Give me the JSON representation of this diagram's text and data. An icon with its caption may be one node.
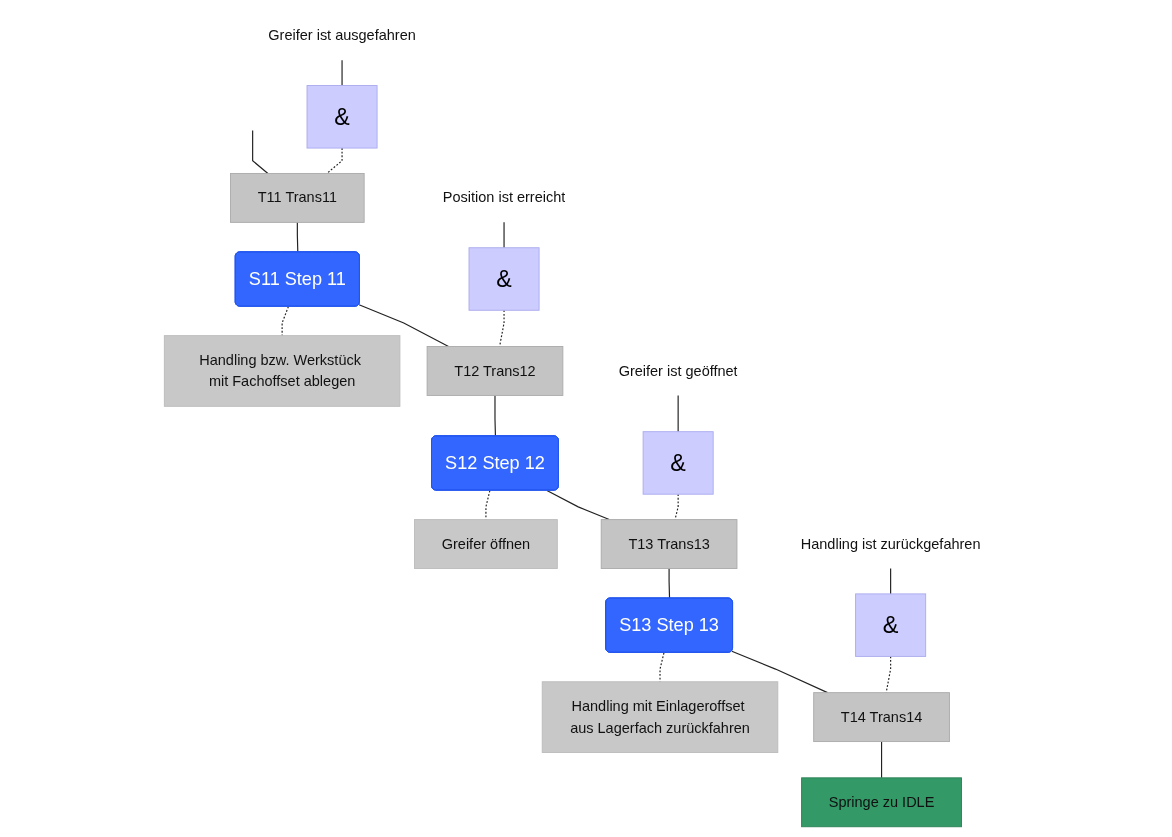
{
  "diagram": {
    "nodes": [
      {
        "text": [
          "Greifer ist ausgefahren"
        ]
      },
      {
        "text": [
          "&"
        ]
      },
      {
        "text": [
          "T11 Trans11"
        ]
      },
      {
        "text": [
          "S11 Step 11"
        ]
      },
      {
        "text": [
          "Handling bzw. Werkstück mit Fachoffset ablegen"
        ]
      },
      {
        "text": [
          "Position ist erreicht"
        ]
      },
      {
        "text": [
          "&"
        ]
      },
      {
        "text": [
          "T12 Trans12"
        ]
      },
      {
        "text": [
          "S12 Step 12"
        ]
      },
      {
        "text": [
          "Greifer öffnen"
        ]
      },
      {
        "text": [
          "Greifer ist geöffnet"
        ]
      },
      {
        "text": [
          "&"
        ]
      },
      {
        "text": [
          "T13 Trans13"
        ]
      },
      {
        "text": [
          "S13 Step 13"
        ]
      },
      {
        "text": [
          "Handling mit Einlageroffset aus Lagerfach zurückfahren"
        ]
      },
      {
        "text": [
          "Handling ist zurückgefahren"
        ]
      },
      {
        "text": [
          "&"
        ]
      },
      {
        "text": [
          "T14 Trans14"
        ]
      },
      {
        "text": [
          "Springe zu IDLE"
        ]
      }
    ],
    "edges": [
      {
        "from": null,
        "to": 2,
        "arrow": "none"
      },
      {
        "from": 0,
        "to": 1,
        "arrow": "none"
      },
      {
        "from": 1,
        "to": 2,
        "arrow": "none",
        "style": "dashed"
      },
      {
        "from": 2,
        "to": 3,
        "arrow": "none"
      },
      {
        "from": 3,
        "to": 4,
        "arrow": "none",
        "style": "dashed"
      },
      {
        "from": 3,
        "to": 7,
        "arrow": "none"
      },
      {
        "from": 5,
        "to": 6,
        "arrow": "none"
      },
      {
        "from": 6,
        "to": 7,
        "arrow": "none",
        "style": "dashed"
      },
      {
        "from": 7,
        "to": 8,
        "arrow": "none"
      },
      {
        "from": 8,
        "to": 9,
        "arrow": "none",
        "style": "dashed"
      },
      {
        "from": 8,
        "to": 12,
        "arrow": "none"
      },
      {
        "from": 10,
        "to": 11,
        "arrow": "none"
      },
      {
        "from": 11,
        "to": 12,
        "arrow": "none",
        "style": "dashed"
      },
      {
        "from": 12,
        "to": 13,
        "arrow": "none"
      },
      {
        "from": 13,
        "to": 14,
        "arrow": "none",
        "style": "dashed"
      },
      {
        "from": 13,
        "to": 17,
        "arrow": "none"
      },
      {
        "from": 15,
        "to": 16,
        "arrow": "none"
      },
      {
        "from": 16,
        "to": 17,
        "arrow": "none",
        "style": "dashed"
      },
      {
        "from": 17,
        "to": 18,
        "arrow": "none"
      }
    ]
  }
}
